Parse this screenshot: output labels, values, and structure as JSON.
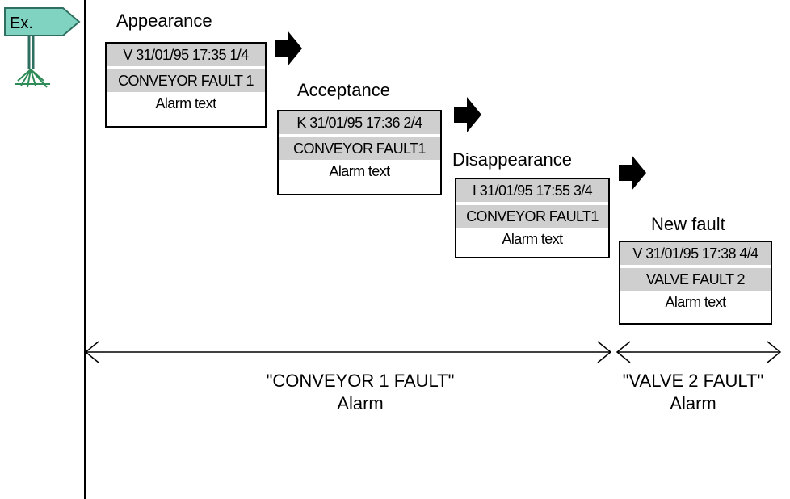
{
  "sign": {
    "label": "Ex."
  },
  "stages": [
    {
      "title": "Appearance",
      "header": "V 31/01/95 17:35  1/4",
      "alarm": "CONVEYOR FAULT 1",
      "text": "Alarm text"
    },
    {
      "title": "Acceptance",
      "header": "K 31/01/95 17:36  2/4",
      "alarm": "CONVEYOR FAULT1",
      "text": "Alarm text"
    },
    {
      "title": "Disappearance",
      "header": "I 31/01/95 17:55  3/4",
      "alarm": "CONVEYOR FAULT1",
      "text": "Alarm text"
    },
    {
      "title": "New fault",
      "header": "V 31/01/95 17:38  4/4",
      "alarm": "VALVE FAULT 2",
      "text": "Alarm text"
    }
  ],
  "ranges": [
    {
      "name": "\"CONVEYOR 1 FAULT\"",
      "kind": "Alarm"
    },
    {
      "name": "\"VALVE 2 FAULT\"",
      "kind": "Alarm"
    }
  ],
  "colors": {
    "shade": "#cfcfcf",
    "sign_fill": "#7fd3c0",
    "grass": "#2e8b57"
  }
}
